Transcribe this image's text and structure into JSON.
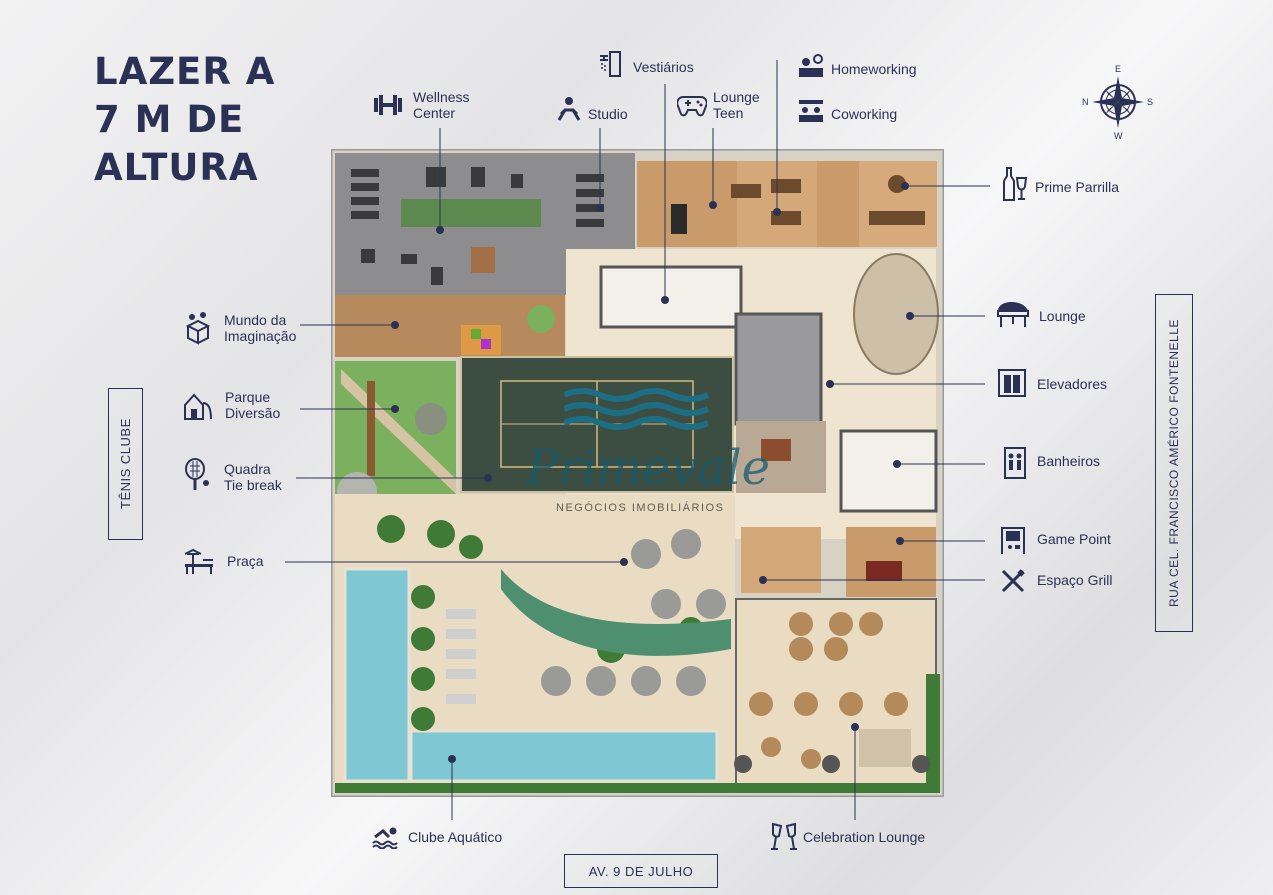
{
  "title": {
    "line1": "LAZER A",
    "line2": "7 M DE",
    "line3": "ALTURA"
  },
  "compass": {
    "n": "N",
    "s": "S",
    "e": "E",
    "w": "W"
  },
  "streets": {
    "left": "TÊNIS CLUBE",
    "right": "RUA CEL. FRANCISCO AMÉRICO FONTENELLE",
    "bottom": "AV. 9 DE JULHO"
  },
  "watermark": {
    "brand": "Primevale",
    "sub": "NEGÓCIOS IMOBILIÁRIOS"
  },
  "labels": {
    "vestiarios": "Vestiários",
    "homeworking": "Homeworking",
    "coworking": "Coworking",
    "wellness_1": "Wellness",
    "wellness_2": "Center",
    "studio": "Studio",
    "teen_1": "Lounge",
    "teen_2": "Teen",
    "parrilla": "Prime Parrilla",
    "mundo_1": "Mundo da",
    "mundo_2": "Imaginação",
    "lounge": "Lounge",
    "parque_1": "Parque",
    "parque_2": "Diversão",
    "elevadores": "Elevadores",
    "quadra_1": "Quadra",
    "quadra_2": "Tie break",
    "banheiros": "Banheiros",
    "praca": "Praça",
    "game": "Game Point",
    "grill": "Espaço Grill",
    "aquatico": "Clube Aquático",
    "celebration": "Celebration Lounge"
  },
  "colors": {
    "navy": "#2b3155",
    "pool": "#7fc7d2",
    "grass": "#7ab05e",
    "court": "#3c4e42",
    "wood": "#c99a6a",
    "floor": "#efe4d0",
    "gym": "#8b8b8d"
  }
}
